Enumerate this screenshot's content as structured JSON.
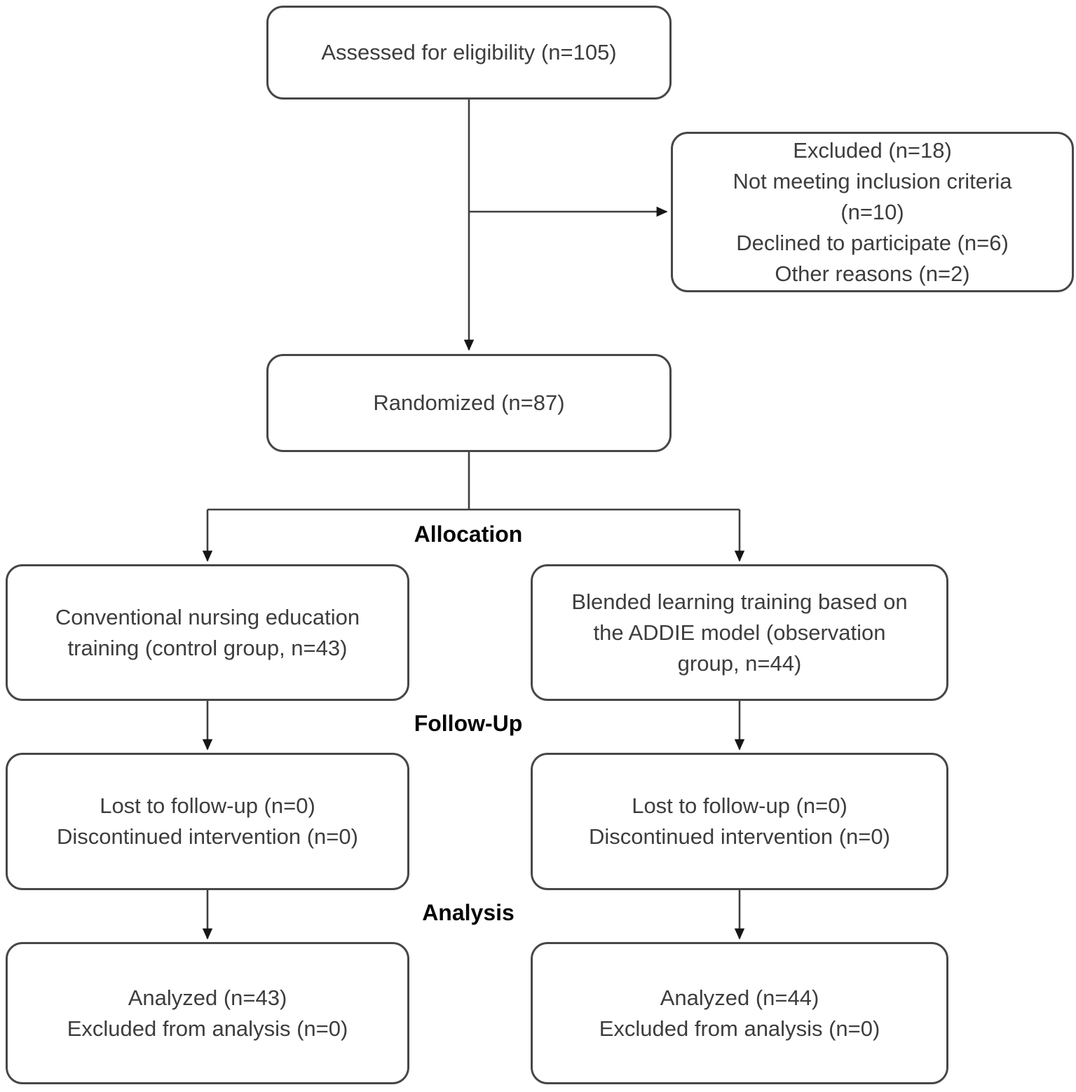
{
  "colors": {
    "background": "#ffffff",
    "box_border": "#474747",
    "box_fill": "#ffffff",
    "box_text": "#3d3d3d",
    "section_label_text": "#060606",
    "connector_line": "#3f3f3f",
    "arrowhead": "#161616"
  },
  "section_labels": {
    "allocation": "Allocation",
    "follow_up": "Follow-Up",
    "analysis": "Analysis"
  },
  "boxes": {
    "assessed": {
      "lines": [
        "Assessed for eligibility (n=105)"
      ]
    },
    "excluded": {
      "lines": [
        "Excluded (n=18)",
        "Not meeting inclusion criteria",
        "(n=10)",
        "Declined to participate (n=6)",
        "Other reasons (n=2)"
      ]
    },
    "randomized": {
      "lines": [
        "Randomized (n=87)"
      ]
    },
    "control_allocation": {
      "lines": [
        "Conventional nursing education",
        "training (control group, n=43)"
      ]
    },
    "observation_allocation": {
      "lines": [
        "Blended learning training based on",
        "the ADDIE model (observation",
        "group, n=44)"
      ]
    },
    "control_followup": {
      "lines": [
        "Lost to follow-up (n=0)",
        "Discontinued intervention (n=0)"
      ]
    },
    "observation_followup": {
      "lines": [
        "Lost to follow-up (n=0)",
        "Discontinued intervention (n=0)"
      ]
    },
    "control_analysis": {
      "lines": [
        "Analyzed (n=43)",
        "Excluded from analysis (n=0)"
      ]
    },
    "observation_analysis": {
      "lines": [
        "Analyzed (n=44)",
        "Excluded from analysis (n=0)"
      ]
    }
  },
  "edges": [
    {
      "from": "assessed",
      "to": "randomized"
    },
    {
      "from": "assessed",
      "to": "excluded"
    },
    {
      "from": "randomized",
      "to": "control_allocation"
    },
    {
      "from": "randomized",
      "to": "observation_allocation"
    },
    {
      "from": "control_allocation",
      "to": "control_followup"
    },
    {
      "from": "observation_allocation",
      "to": "observation_followup"
    },
    {
      "from": "control_followup",
      "to": "control_analysis"
    },
    {
      "from": "observation_followup",
      "to": "observation_analysis"
    }
  ]
}
